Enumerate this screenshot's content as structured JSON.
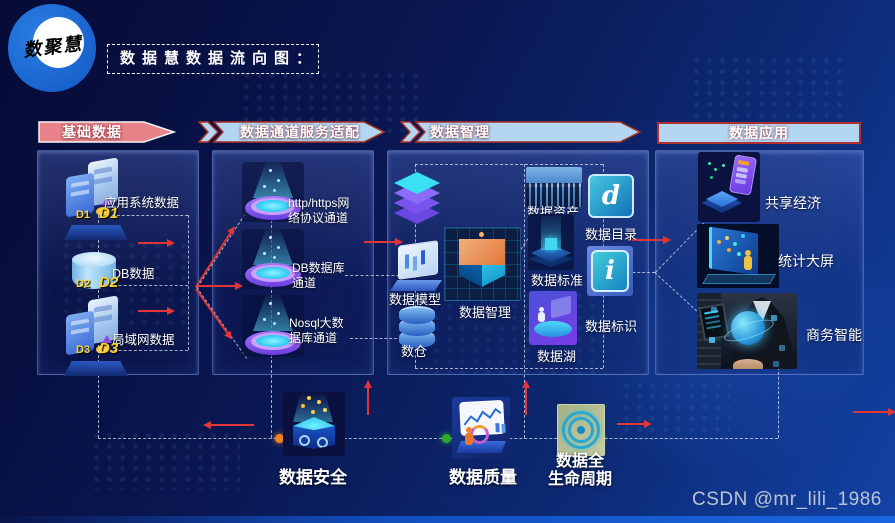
{
  "logo": {
    "text": "数聚慧"
  },
  "title": {
    "text": "数据慧数据流向图："
  },
  "watermark": "CSDN @mr_lili_1986",
  "headers": {
    "h1": "基础数据",
    "h2": "数据通道服务适配",
    "h3": "数据智理",
    "h4": "数据应用"
  },
  "source": {
    "items": [
      {
        "tag": "D1",
        "label": "应用系统数据"
      },
      {
        "tag": "D2",
        "label": "DB数据"
      },
      {
        "tag": "D3",
        "label": "局域网数据"
      }
    ]
  },
  "channel": {
    "items": [
      {
        "label_l1": "http/https网",
        "label_l2": "络协议通道"
      },
      {
        "label_l1": "DB数据库",
        "label_l2": "通道"
      },
      {
        "label_l1": "Nosql大数",
        "label_l2": "据库通道"
      }
    ]
  },
  "governance": {
    "model": "数据模型",
    "warehouse": "数仓",
    "smart": "数据智理",
    "asset": "数据资产",
    "standard": "数据标准",
    "lake": "数据湖",
    "catalog": "数据目录",
    "catalog_glyph": "d",
    "ident": "数据标识",
    "ident_glyph": "i"
  },
  "application": {
    "items": [
      {
        "label": "共享经济"
      },
      {
        "label": "统计大屏"
      },
      {
        "label": "商务智能"
      }
    ]
  },
  "bottom": {
    "security": "数据安全",
    "quality": "数据质量",
    "lifecycle_l1": "数据全",
    "lifecycle_l2": "生命周期"
  },
  "colors": {
    "header1_fill": "#e8838a",
    "header_fill": "#b3d7f3",
    "header_border": "#a93226",
    "arrow_red": "#e23535",
    "dot_orange": "#f08020",
    "dot_green": "#2fa832",
    "dot_yellow": "#e8e020",
    "tag_yellow": "#ffd428"
  }
}
